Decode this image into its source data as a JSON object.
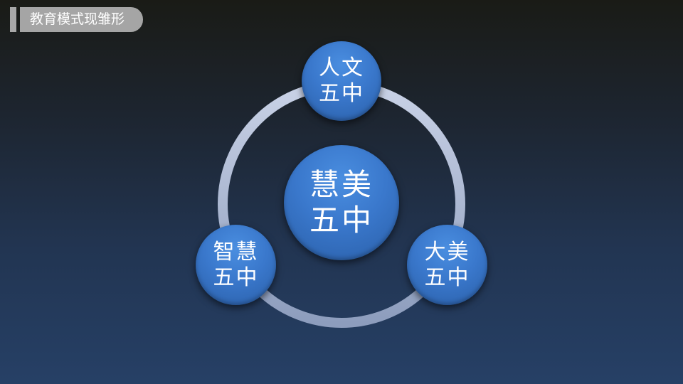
{
  "header": {
    "title": "教育模式现雏形"
  },
  "diagram": {
    "center": {
      "line1": "慧美",
      "line2": "五中"
    },
    "top": {
      "line1": "人文",
      "line2": "五中"
    },
    "left": {
      "line1": "智慧",
      "line2": "五中"
    },
    "right": {
      "line1": "大美",
      "line2": "五中"
    }
  }
}
